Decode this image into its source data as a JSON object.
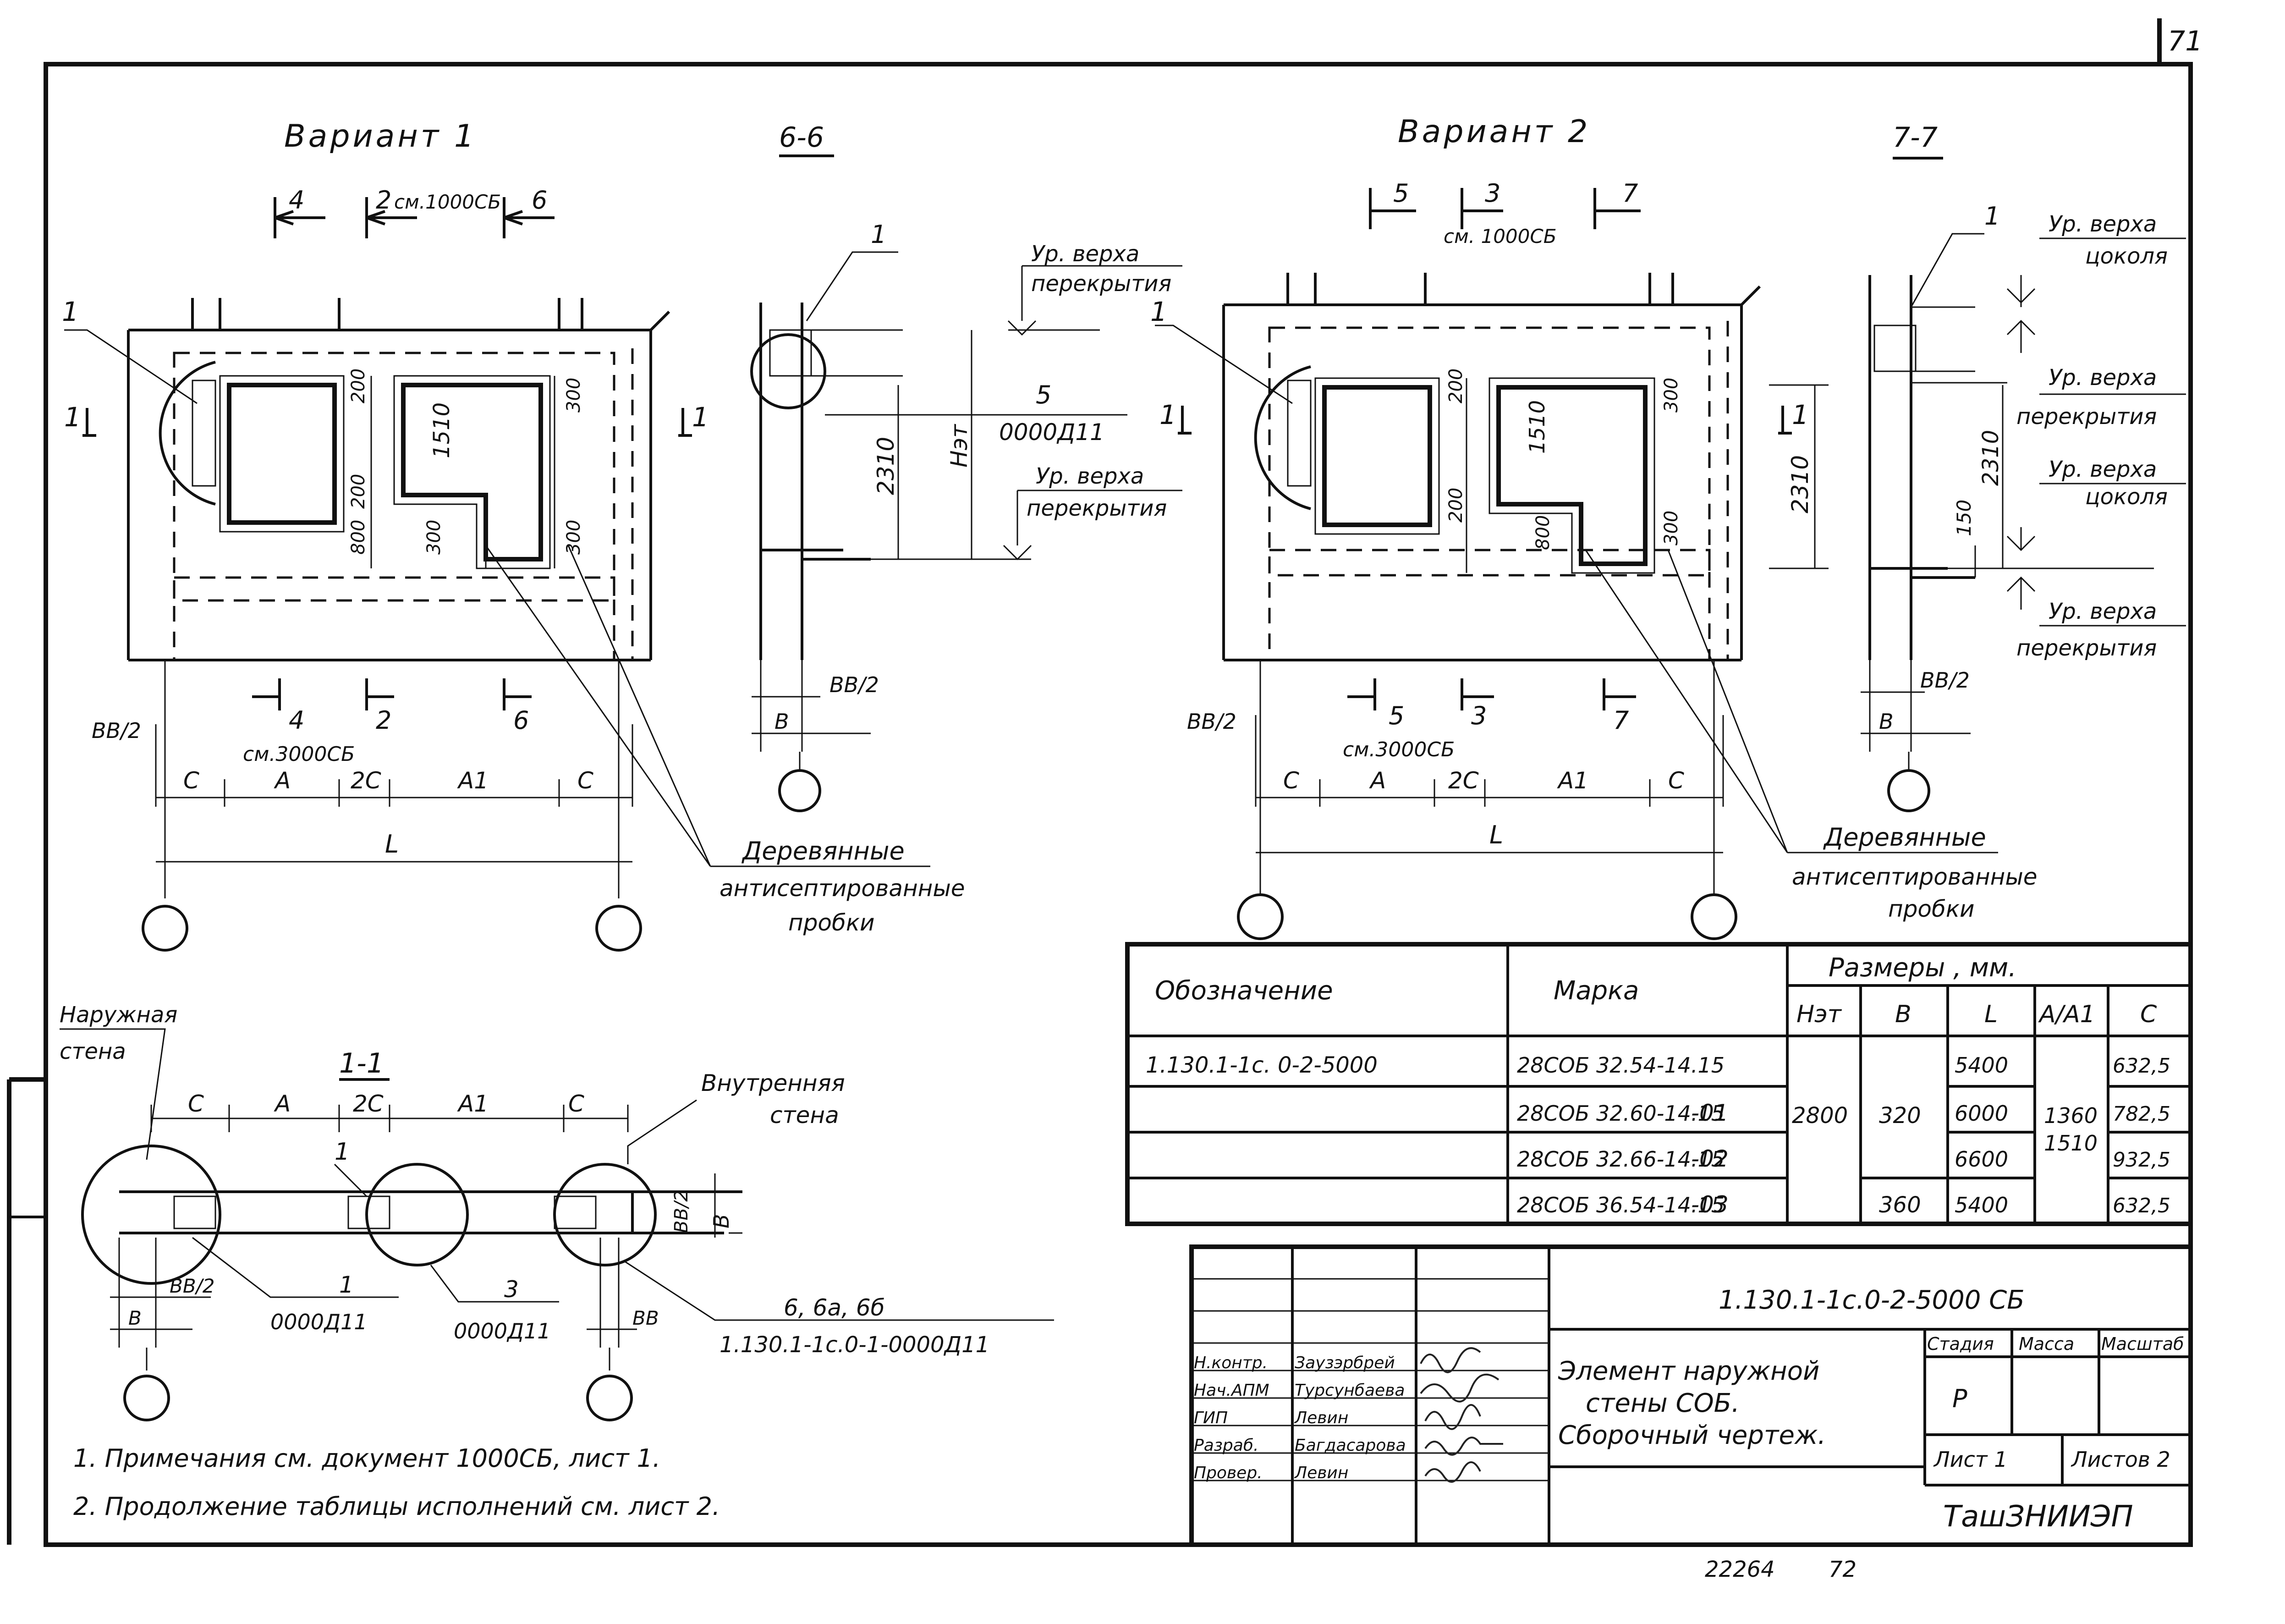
{
  "page_number_top": "71",
  "page_number_bottom": "72",
  "inventory_number": "22264",
  "variant1": {
    "title": "Вариант 1",
    "section_marks_top": [
      "4",
      "2",
      "6"
    ],
    "section_note_top": "см.1000СБ",
    "section_marks_bottom": [
      "4",
      "2",
      "6"
    ],
    "section_note_bottom": "см.3000СБ",
    "cut_mark": "1",
    "callout": "1",
    "dims_vertical": [
      "200",
      "1510",
      "800",
      "200",
      "300",
      "300",
      "300"
    ],
    "dim_labels_bottom": [
      "С",
      "А",
      "2С",
      "А1",
      "С"
    ],
    "overall": "L",
    "offset": "ВВ/2"
  },
  "section6": {
    "title": "6-6",
    "callout": "1",
    "level_top": [
      "Ур. верха",
      "перекрытия"
    ],
    "level_bottom": [
      "Ур. верха",
      "перекрытия"
    ],
    "detail_ref": [
      "5",
      "0000Д11"
    ],
    "dims": [
      "2310",
      "Нэт"
    ],
    "bottom_dims": [
      "ВВ/2",
      "В"
    ]
  },
  "variant2": {
    "title": "Вариант 2",
    "section_marks_top": [
      "5",
      "3",
      "7"
    ],
    "section_note_top": "см. 1000СБ",
    "section_marks_bottom": [
      "5",
      "3",
      "7"
    ],
    "section_note_bottom": "см.3000СБ",
    "cut_mark": "1",
    "callout": "1",
    "dims_vertical": [
      "200",
      "1510",
      "200",
      "800",
      "300",
      "300",
      "2310"
    ],
    "dim_labels_bottom": [
      "С",
      "А",
      "2С",
      "А1",
      "С"
    ],
    "overall": "L",
    "offset": "ВВ/2"
  },
  "section7": {
    "title": "7-7",
    "callout": "1",
    "levels": [
      [
        "Ур. верха",
        "цоколя"
      ],
      [
        "Ур. верха",
        "перекрытия"
      ],
      [
        "Ур. верха",
        "цоколя"
      ],
      [
        "Ур. верха",
        "перекрытия"
      ]
    ],
    "dims": [
      "2310",
      "150"
    ],
    "bottom_dims": [
      "ВВ/2",
      "В"
    ]
  },
  "wood_plugs_left": [
    "Деревянные",
    "антисептированные",
    "пробки"
  ],
  "wood_plugs_right": [
    "Деревянные",
    "антисептированные",
    "пробки"
  ],
  "section1": {
    "title": "1-1",
    "outer_wall": [
      "Наружная",
      "стена"
    ],
    "inner_wall": [
      "Внутренняя",
      "стена"
    ],
    "dim_labels": [
      "С",
      "А",
      "2С",
      "А1",
      "С"
    ],
    "callout": "1",
    "refs": [
      {
        "num": "1",
        "code": "0000Д11"
      },
      {
        "num": "3",
        "code": "0000Д11"
      },
      {
        "num": "6, 6а, 6б",
        "code": "1.130.1-1с.0-1-0000Д11"
      }
    ],
    "dims": [
      "ВВ/2",
      "В",
      "ВВ/2",
      "В",
      "ВВ"
    ]
  },
  "notes": [
    "1. Примечания см. документ 1000СБ, лист 1.",
    "2. Продолжение таблицы исполнений см. лист 2."
  ],
  "table": {
    "headers": {
      "designation": "Обозначение",
      "mark": "Марка",
      "dims_group": "Размеры , мм.",
      "cols": [
        "Нэт",
        "В",
        "L",
        "А/А1",
        "С"
      ]
    },
    "rows": [
      {
        "designation": "1.130.1-1с. 0-2-5000",
        "mark": "28СОБ 32.54-14.15",
        "L": "5400",
        "C": "632,5"
      },
      {
        "designation": "-01",
        "mark": "28СОБ 32.60-14.15",
        "L": "6000",
        "C": "782,5"
      },
      {
        "designation": "-02",
        "mark": "28СОБ 32.66-14.15",
        "L": "6600",
        "C": "932,5"
      },
      {
        "designation": "-03",
        "mark": "28СОБ 36.54-14.15",
        "L": "5400",
        "C": "632,5"
      }
    ],
    "merged": {
      "Het": "2800",
      "B_top": "320",
      "B_bottom": "360",
      "A": "1360",
      "A1": "1510"
    }
  },
  "title_block": {
    "doc_code": "1.130.1-1с.0-2-5000 СБ",
    "roles": [
      "Н.контр.",
      "Нач.АПМ",
      "ГИП",
      "Разраб.",
      "Провер."
    ],
    "names": [
      "Заузэрбрей",
      "Турсунбаева",
      "Левин",
      "Багдасарова",
      "Левин"
    ],
    "title": [
      "Элемент наружной",
      "стены СОБ.",
      "Сборочный чертеж."
    ],
    "stage_header": [
      "Стадия",
      "Масса",
      "Масштаб"
    ],
    "stage": "Р",
    "sheet": "Лист 1",
    "sheets": "Листов 2",
    "org": "ТашЗНИИЭП"
  }
}
